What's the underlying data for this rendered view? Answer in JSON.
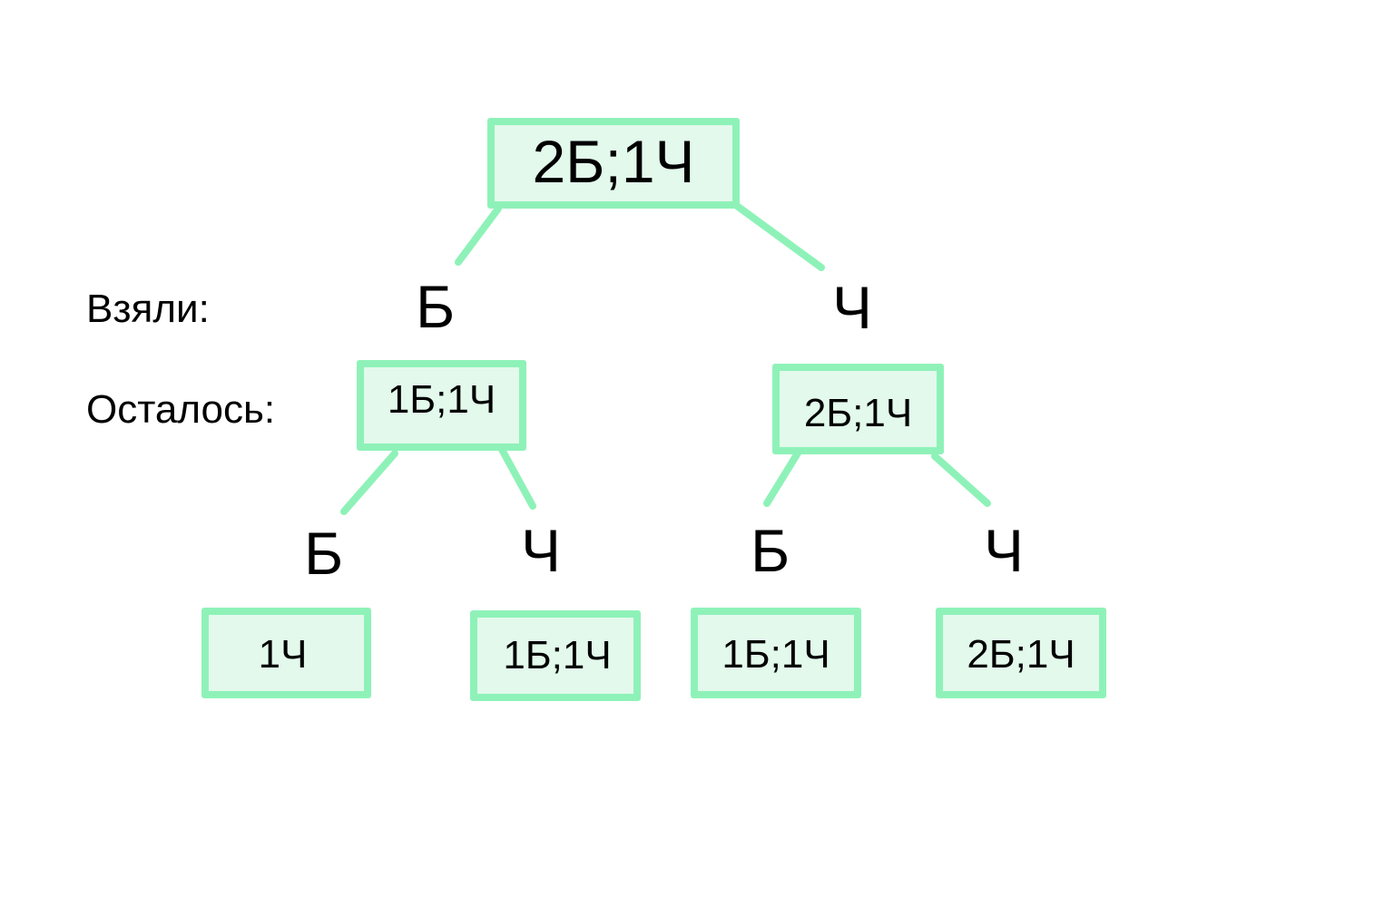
{
  "row_labels": {
    "taken": "Взяли:",
    "remaining": "Осталось:"
  },
  "tree": {
    "root": {
      "text": "2Б;1Ч"
    },
    "level1": [
      {
        "edge_label": "Б",
        "node_text": "1Б;1Ч"
      },
      {
        "edge_label": "Ч",
        "node_text": "2Б;1Ч"
      }
    ],
    "level2": [
      {
        "edge_label": "Б",
        "node_text": "1Ч"
      },
      {
        "edge_label": "Ч",
        "node_text": "1Б;1Ч"
      },
      {
        "edge_label": "Б",
        "node_text": "1Б;1Ч"
      },
      {
        "edge_label": "Ч",
        "node_text": "2Б;1Ч"
      }
    ]
  },
  "colors": {
    "node_border": "#8ef2b8",
    "node_fill": "#e2f9ec",
    "text": "#000000"
  }
}
